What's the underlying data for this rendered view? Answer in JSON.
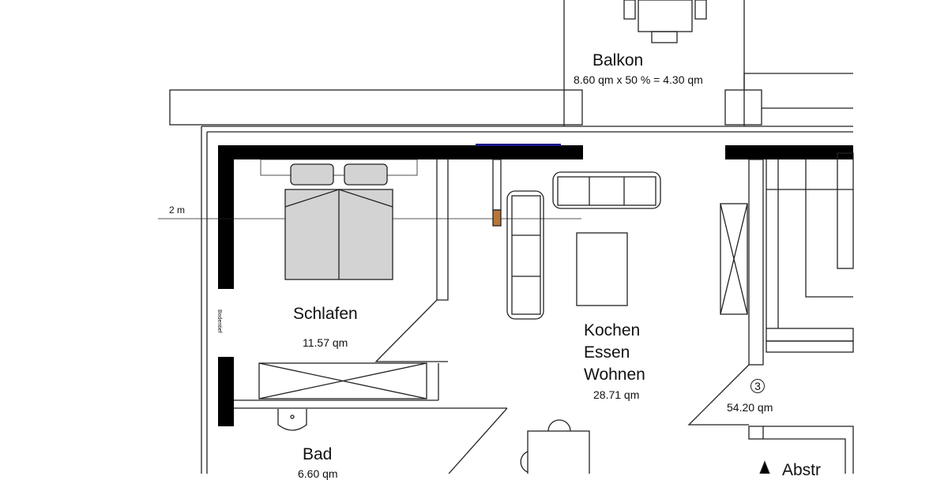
{
  "rooms": {
    "balkon": {
      "name": "Balkon",
      "area": "8.60 qm x 50 % = 4.30 qm"
    },
    "schlafen": {
      "name": "Schlafen",
      "area": "11.57 qm"
    },
    "kochen": {
      "name_line1": "Kochen",
      "name_line2": "Essen",
      "name_line3": "Wohnen",
      "area": "28.71 qm"
    },
    "bad": {
      "name": "Bad",
      "area": "6.60 qm"
    },
    "total": {
      "number": "3",
      "area": "54.20 qm"
    }
  },
  "annotations": {
    "dimension": "2 m",
    "window_note": "Bodentief",
    "stairs": "Abstr"
  },
  "colors": {
    "wall": "#000000",
    "furniture": "#d3d3d3",
    "window": "#1a1a8c",
    "column": "#b8763a"
  }
}
